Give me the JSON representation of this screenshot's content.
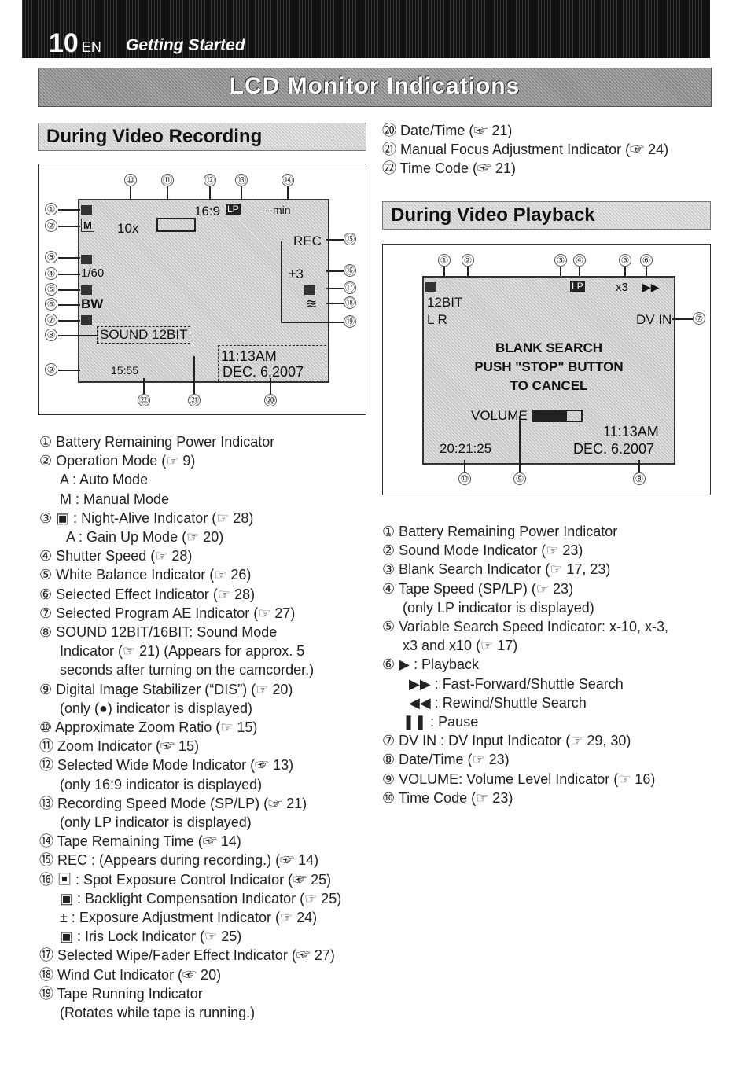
{
  "header": {
    "page_number": "10",
    "lang": "EN",
    "section": "Getting Started"
  },
  "banner": {
    "title": "LCD Monitor Indications"
  },
  "recording": {
    "heading": "During Video Recording",
    "screen": {
      "zoom": "10x",
      "wide": "16:9",
      "speed": "LP",
      "tape_time": "---min",
      "rec": "REC",
      "exposure": "±3",
      "shutter": "1/60",
      "effect": "BW",
      "sound": "SOUND 12BIT",
      "time": "11:13AM",
      "date": "DEC. 6.2007",
      "timecode": "15:55"
    },
    "callouts": [
      "①",
      "②",
      "③",
      "④",
      "⑤",
      "⑥",
      "⑦",
      "⑧",
      "⑨",
      "⑩",
      "⑪",
      "⑫",
      "⑬",
      "⑭",
      "⑮",
      "⑯",
      "⑰",
      "⑱",
      "⑲",
      "⑳",
      "㉑",
      "㉒"
    ],
    "items": [
      "① Battery Remaining Power Indicator",
      "② Operation Mode (☞ 9)",
      "A : Auto Mode",
      "M : Manual Mode",
      "③ ▣ : Night-Alive Indicator (☞ 28)",
      "A : Gain Up Mode (☞ 20)",
      "④ Shutter Speed (☞ 28)",
      "⑤ White Balance Indicator (☞ 26)",
      "⑥ Selected Effect Indicator (☞ 28)",
      "⑦ Selected Program AE Indicator (☞ 27)",
      "⑧ SOUND 12BIT/16BIT: Sound Mode",
      "Indicator (☞ 21) (Appears for approx. 5",
      "seconds after turning on the camcorder.)",
      "⑨ Digital Image Stabilizer (“DIS”) (☞ 20)",
      "(only (●) indicator is displayed)",
      "⑩ Approximate Zoom Ratio (☞ 15)",
      "⑪ Zoom Indicator (☞ 15)",
      "⑫ Selected Wide Mode Indicator (☞ 13)",
      "(only 16:9 indicator is displayed)",
      "⑬ Recording Speed Mode (SP/LP) (☞ 21)",
      "(only LP indicator is displayed)",
      "⑭ Tape Remaining Time (☞ 14)",
      "⑮ REC : (Appears during recording.) (☞ 14)",
      "⑯ ▣ : Spot Exposure Control Indicator (☞ 25)",
      "▣ : Backlight Compensation Indicator (☞ 25)",
      "± : Exposure Adjustment Indicator (☞ 24)",
      "▣ : Iris Lock Indicator (☞ 25)",
      "⑰ Selected Wipe/Fader Effect Indicator (☞ 27)",
      "⑱ Wind Cut Indicator (☞ 20)",
      "⑲ Tape Running Indicator",
      "(Rotates while tape is running.)"
    ],
    "items_right": [
      "⑳ Date/Time (☞ 21)",
      "㉑ Manual Focus Adjustment Indicator (☞ 24)",
      "㉒ Time Code (☞ 21)"
    ]
  },
  "playback": {
    "heading": "During Video Playback",
    "screen": {
      "bit": "12BIT",
      "lr": "L R",
      "speed": "LP",
      "search": "x3",
      "mode": "▶▶",
      "dv_in": "DV IN",
      "blank": "BLANK SEARCH",
      "push": "PUSH \"STOP\" BUTTON",
      "cancel": "TO CANCEL",
      "volume": "VOLUME",
      "time": "11:13AM",
      "date": "DEC. 6.2007",
      "timecode": "20:21:25"
    },
    "items": [
      "① Battery Remaining Power Indicator",
      "② Sound Mode Indicator (☞ 23)",
      "③ Blank Search Indicator (☞ 17, 23)",
      "④ Tape Speed (SP/LP) (☞ 23)",
      "(only LP indicator is displayed)",
      "⑤ Variable Search Speed Indicator: x-10, x-3,",
      "x3 and x10 (☞ 17)",
      "⑥ ▶ : Playback",
      "▶▶ : Fast-Forward/Shuttle Search",
      "◀◀ : Rewind/Shuttle Search",
      "❚❚ : Pause",
      "⑦ DV IN : DV Input Indicator (☞ 29, 30)",
      "⑧ Date/Time (☞ 23)",
      "⑨ VOLUME: Volume Level Indicator (☞ 16)",
      "⑩ Time Code (☞ 23)"
    ]
  }
}
